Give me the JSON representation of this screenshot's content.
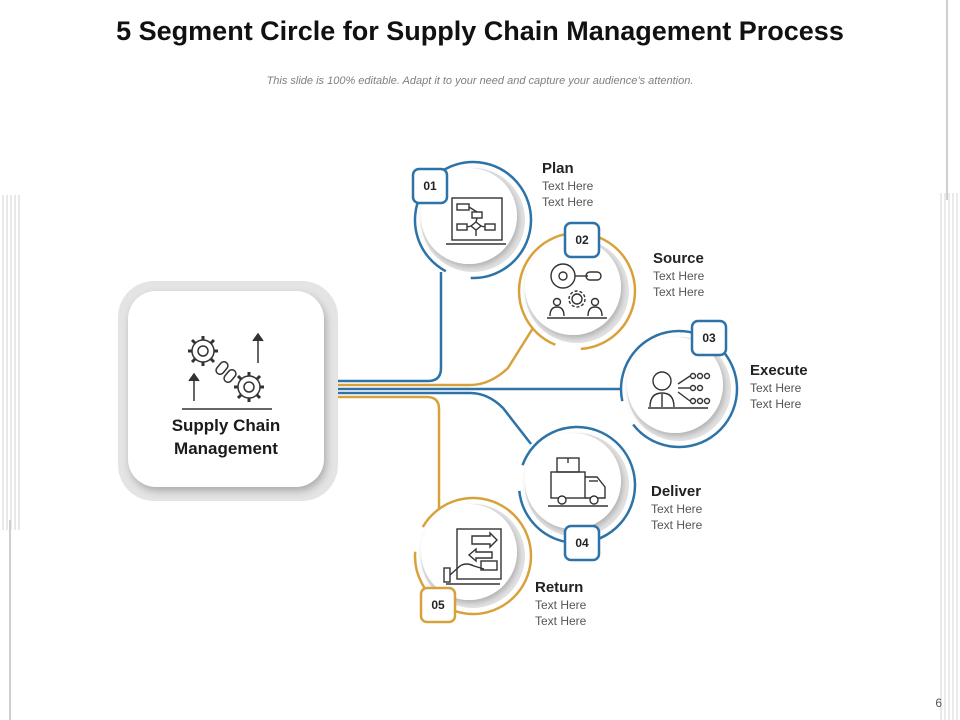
{
  "slide": {
    "title": "5 Segment Circle for Supply Chain Management Process",
    "subtitle": "This slide is 100% editable. Adapt it to your need and capture your audience’s attention.",
    "page_number": "6"
  },
  "center": {
    "label_line1": "Supply Chain",
    "label_line2": "Management",
    "icon": "gears-chain-arrows-icon"
  },
  "colors": {
    "blue": "#2d73a8",
    "gold": "#d9a13b",
    "gray_ring": "#e2e2e2"
  },
  "steps": [
    {
      "number": "01",
      "title": "Plan",
      "line1": "Text Here",
      "line2": "Text Here",
      "icon": "flowchart-board-icon",
      "color": "blue"
    },
    {
      "number": "02",
      "title": "Source",
      "line1": "Text Here",
      "line2": "Text Here",
      "icon": "search-gear-people-icon",
      "color": "gold"
    },
    {
      "number": "03",
      "title": "Execute",
      "line1": "Text Here",
      "line2": "Text Here",
      "icon": "person-network-icon",
      "color": "blue"
    },
    {
      "number": "04",
      "title": "Deliver",
      "line1": "Text Here",
      "line2": "Text Here",
      "icon": "delivery-truck-icon",
      "color": "blue"
    },
    {
      "number": "05",
      "title": "Return",
      "line1": "Text Here",
      "line2": "Text Here",
      "icon": "return-hand-arrows-icon",
      "color": "gold"
    }
  ]
}
